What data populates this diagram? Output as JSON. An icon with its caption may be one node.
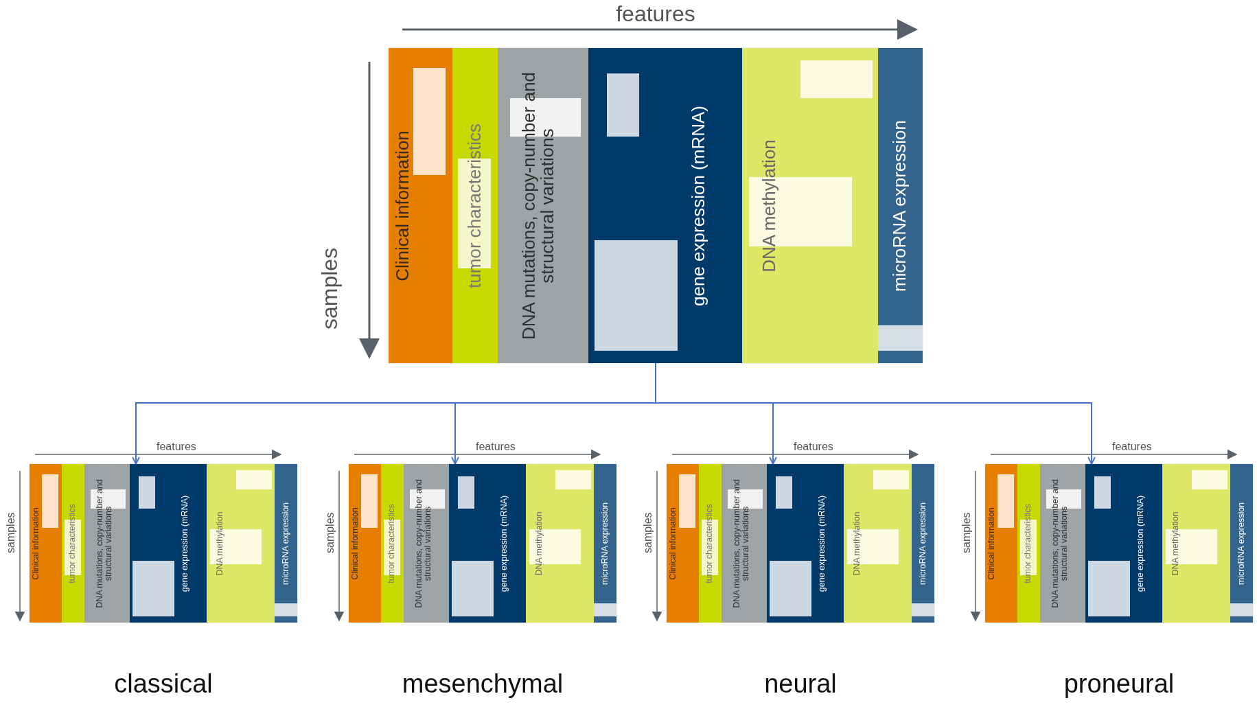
{
  "diagram": {
    "nodes": [
      {
        "text": [],
        "shape": "box"
      },
      {
        "text": [
          "Clinical information"
        ],
        "in": 0
      },
      {
        "text": [
          "tumor characteristics"
        ],
        "in": 0
      },
      {
        "text": [
          "DNA mutations, copy-number and structural variations"
        ],
        "in": 0
      },
      {
        "text": [
          "gene expression (mRNA)"
        ],
        "in": 0
      },
      {
        "text": [
          "DNA methylation"
        ],
        "in": 0
      },
      {
        "text": [
          "microRNA expression"
        ],
        "in": 0
      },
      {
        "text": [],
        "shape": "box",
        "beside": [
          "classical"
        ]
      },
      {
        "text": [
          "Clinical information"
        ],
        "in": 7
      },
      {
        "text": [
          "tumor characteristics"
        ],
        "in": 7
      },
      {
        "text": [
          "DNA mutations, copy-number and structural variations"
        ],
        "in": 7
      },
      {
        "text": [
          "gene expression (mRNA)"
        ],
        "in": 7
      },
      {
        "text": [
          "DNA methylation"
        ],
        "in": 7
      },
      {
        "text": [
          "microRNA expression"
        ],
        "in": 7
      },
      {
        "text": [],
        "shape": "box",
        "beside": [
          "mesenchymal"
        ]
      },
      {
        "text": [
          "Clinical information"
        ],
        "in": 14
      },
      {
        "text": [
          "tumor characteristics"
        ],
        "in": 14
      },
      {
        "text": [
          "DNA mutations, copy-number and structural variations"
        ],
        "in": 14
      },
      {
        "text": [
          "gene expression (mRNA)"
        ],
        "in": 14
      },
      {
        "text": [
          "DNA methylation"
        ],
        "in": 14
      },
      {
        "text": [
          "microRNA expression"
        ],
        "in": 14
      },
      {
        "text": [],
        "shape": "box",
        "beside": [
          "neural"
        ]
      },
      {
        "text": [
          "Clinical information"
        ],
        "in": 21
      },
      {
        "text": [
          "tumor characteristics"
        ],
        "in": 21
      },
      {
        "text": [
          "DNA mutations, copy-number and structural variations"
        ],
        "in": 21
      },
      {
        "text": [
          "gene expression (mRNA)"
        ],
        "in": 21
      },
      {
        "text": [
          "DNA methylation"
        ],
        "in": 21
      },
      {
        "text": [
          "microRNA expression"
        ],
        "in": 21
      },
      {
        "text": [],
        "shape": "box",
        "beside": [
          "proneural"
        ]
      },
      {
        "text": [
          "Clinical information"
        ],
        "in": 28
      },
      {
        "text": [
          "tumor characteristics"
        ],
        "in": 28
      },
      {
        "text": [
          "DNA mutations, copy-number and structural variations"
        ],
        "in": 28
      },
      {
        "text": [
          "gene expression (mRNA)"
        ],
        "in": 28
      },
      {
        "text": [
          "DNA methylation"
        ],
        "in": 28
      },
      {
        "text": [
          "microRNA expression"
        ],
        "in": 28
      }
    ],
    "edges": [
      {
        "from": 0,
        "to": 7,
        "arrow": "to"
      },
      {
        "from": 0,
        "to": 14,
        "arrow": "to"
      },
      {
        "from": 0,
        "to": 21,
        "arrow": "to"
      },
      {
        "from": 0,
        "to": 28,
        "arrow": "to"
      }
    ],
    "labels": [
      "features",
      "samples",
      "features",
      "samples",
      "features",
      "samples",
      "features",
      "samples",
      "features",
      "samples"
    ]
  }
}
